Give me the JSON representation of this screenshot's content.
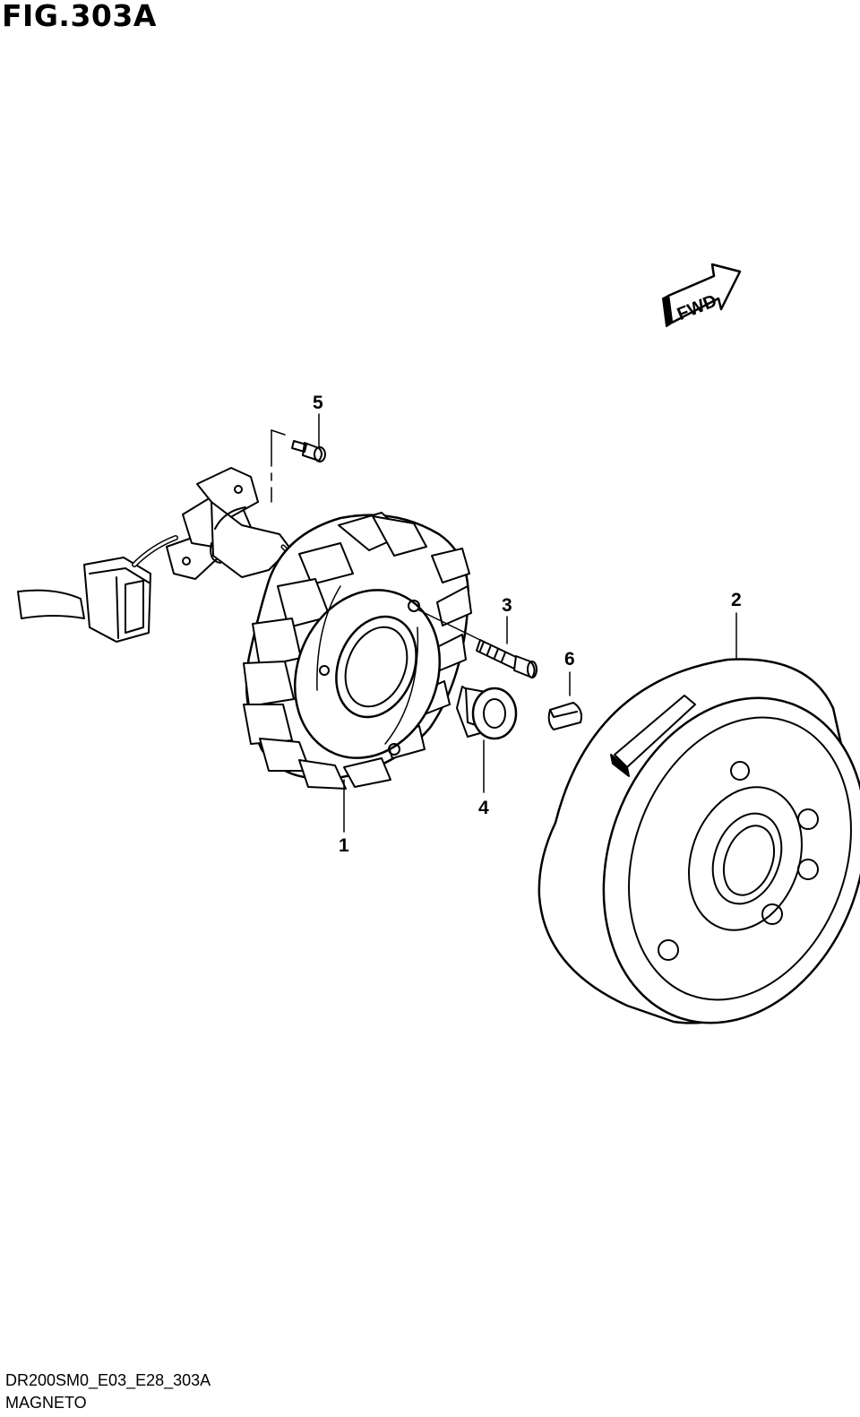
{
  "figure": {
    "title": "FIG.303A"
  },
  "fwd_arrow": {
    "label": "FWD",
    "icon": "fwd-arrow-icon"
  },
  "callouts": [
    {
      "number": "1",
      "part": "stator"
    },
    {
      "number": "2",
      "part": "rotor"
    },
    {
      "number": "3",
      "part": "bolt"
    },
    {
      "number": "4",
      "part": "nut"
    },
    {
      "number": "5",
      "part": "screw"
    },
    {
      "number": "6",
      "part": "key"
    }
  ],
  "footer": {
    "code": "DR200SM0_E03_E28_303A",
    "name": "MAGNETO"
  }
}
